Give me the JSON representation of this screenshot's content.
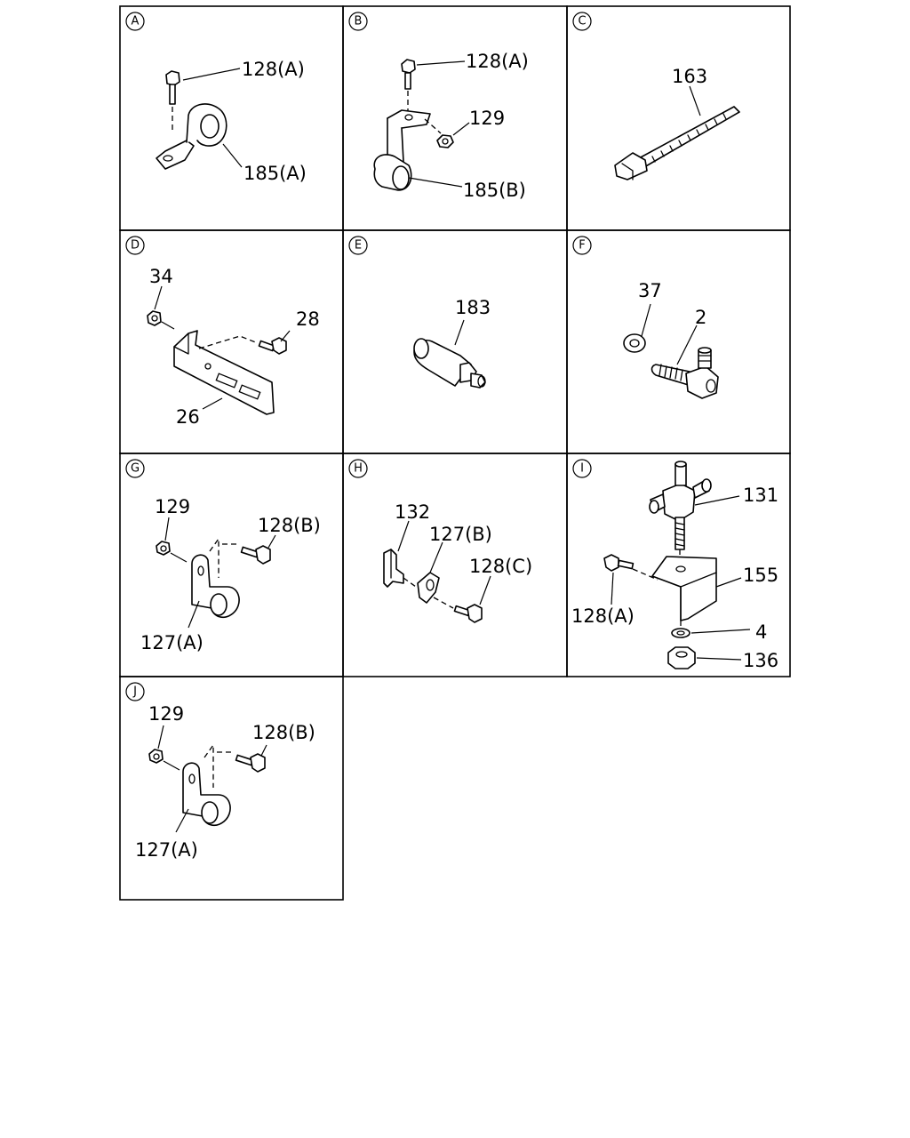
{
  "panels": [
    {
      "id": "A",
      "labels": [
        "128(A)",
        "185(A)"
      ]
    },
    {
      "id": "B",
      "labels": [
        "128(A)",
        "129",
        "185(B)"
      ]
    },
    {
      "id": "C",
      "labels": [
        "163"
      ]
    },
    {
      "id": "D",
      "labels": [
        "34",
        "28",
        "26"
      ]
    },
    {
      "id": "E",
      "labels": [
        "183"
      ]
    },
    {
      "id": "F",
      "labels": [
        "37",
        "2"
      ]
    },
    {
      "id": "G",
      "labels": [
        "129",
        "128(B)",
        "127(A)"
      ]
    },
    {
      "id": "H",
      "labels": [
        "132",
        "127(B)",
        "128(C)"
      ]
    },
    {
      "id": "I",
      "labels": [
        "131",
        "155",
        "128(A)",
        "4",
        "136"
      ]
    },
    {
      "id": "J",
      "labels": [
        "129",
        "128(B)",
        "127(A)"
      ]
    }
  ]
}
